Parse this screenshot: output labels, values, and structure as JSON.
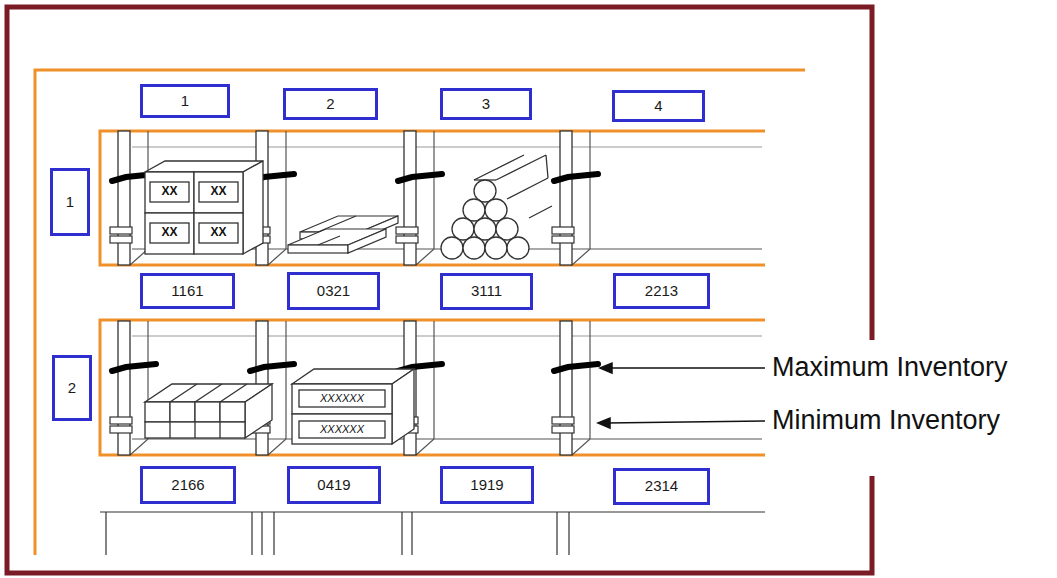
{
  "diagram": {
    "nodes": [
      {
        "text": [
          "1"
        ]
      },
      {
        "text": [
          "2"
        ]
      },
      {
        "text": [
          "3"
        ]
      },
      {
        "text": [
          "4"
        ]
      },
      {
        "text": [
          "1"
        ]
      },
      {
        "text": [
          "1161"
        ]
      },
      {
        "text": [
          "0321"
        ]
      },
      {
        "text": [
          "3111"
        ]
      },
      {
        "text": [
          "2213"
        ]
      },
      {
        "text": [
          "2"
        ]
      },
      {
        "text": [
          "2166"
        ]
      },
      {
        "text": [
          "0419"
        ]
      },
      {
        "text": [
          "1919"
        ]
      },
      {
        "text": [
          "2314"
        ]
      }
    ],
    "labels": [
      "XX",
      "XX",
      "XX",
      "XX",
      "XXXXXX",
      "XXXXXX",
      "Maximum Inventory",
      "Minimum Inventory"
    ]
  }
}
